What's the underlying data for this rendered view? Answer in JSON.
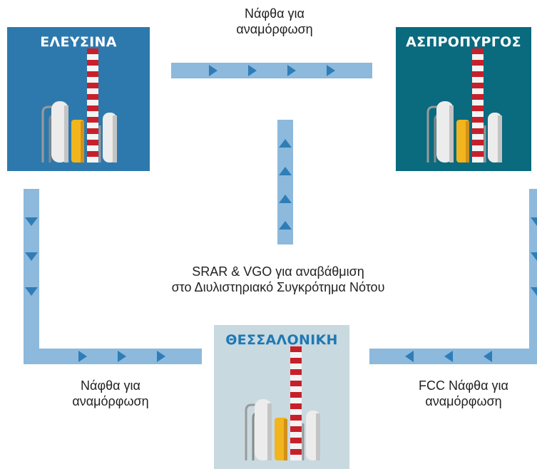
{
  "refineries": {
    "elefsina": {
      "name": "ΕΛΕΥΣΙΝΑ",
      "color": "#2d79ad",
      "title_color": "#ffffff"
    },
    "aspropyrgos": {
      "name": "ΑΣΠΡΟΠΥΡΓΟΣ",
      "color": "#0a6a7e",
      "title_color": "#ffffff"
    },
    "thessaloniki": {
      "name": "ΘΕΣΣΑΛΟΝΙΚΗ",
      "color": "#c9d9e0",
      "title_color": "#1f78b4"
    }
  },
  "flows": {
    "top": {
      "line1": "Νάφθα για",
      "line2": "αναμόρφωση"
    },
    "center": {
      "line1": "SRAR & VGO για αναβάθμιση",
      "line2": "στο Διυλιστηριακό Συγκρότημα Νότου"
    },
    "bottom_left": {
      "line1": "Νάφθα για",
      "line2": "αναμόρφωση"
    },
    "bottom_right": {
      "line1": "FCC Νάφθα για",
      "line2": "αναμόρφωση"
    }
  },
  "colors": {
    "pipe": "#8db9dc",
    "arrow": "#2f7db8",
    "chimney_red": "#c8202a",
    "tank_yellow": "#f2b51e",
    "tank_light": "#e8e8e8"
  }
}
